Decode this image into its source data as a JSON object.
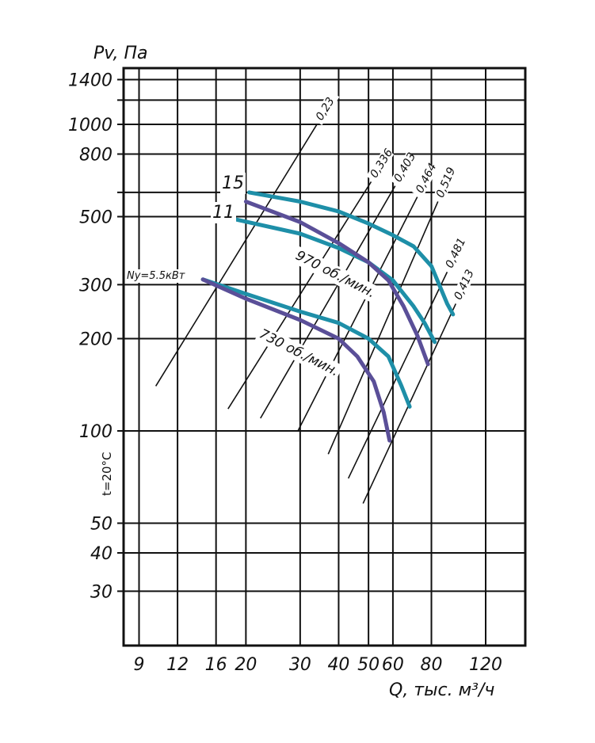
{
  "chart_data": {
    "type": "line",
    "title": "",
    "ylabel": "Pv, Па",
    "xlabel": "Q, тыс. м³/ч",
    "temperature_label": "t=20°C",
    "log_scale": {
      "x": true,
      "y": true
    },
    "xlim": [
      8,
      140
    ],
    "ylim": [
      20,
      1400
    ],
    "x_ticks": [
      9,
      12,
      16,
      20,
      30,
      40,
      50,
      60,
      80,
      120
    ],
    "x_tick_labels": [
      "9",
      "12",
      "16",
      "20",
      "30",
      "40",
      "50",
      "60",
      "80",
      "120"
    ],
    "y_ticks": [
      30,
      40,
      50,
      100,
      200,
      300,
      500,
      800,
      1000,
      1400
    ],
    "y_tick_labels": [
      "30",
      "40",
      "50",
      "100",
      "200",
      "300",
      "500",
      "800",
      "1000",
      "1400"
    ],
    "y_extra_gridlines": [
      1200,
      600
    ],
    "grid": true,
    "colors": {
      "teal": "#1e8fa8",
      "purple": "#5a4f98",
      "frame": "#111111"
    },
    "speed_labels": [
      "970 об./мин.",
      "730 об./мин."
    ],
    "power_labels": [
      "15",
      "11",
      "Ny=5.5кВт"
    ],
    "series": [
      {
        "name": "15",
        "color": "#1e8fa8",
        "x": [
          20.5,
          30,
          40,
          50,
          60,
          70,
          80,
          90,
          94
        ],
        "y": [
          600,
          560,
          520,
          475,
          435,
          400,
          345,
          260,
          240
        ]
      },
      {
        "name": "11",
        "color": "#1e8fa8",
        "x": [
          18.5,
          30,
          40,
          50,
          60,
          70,
          76,
          82
        ],
        "y": [
          490,
          440,
          395,
          355,
          310,
          255,
          225,
          195
        ]
      },
      {
        "name": "970 об./мин.",
        "color": "#5a4f98",
        "x": [
          20,
          30,
          40,
          50,
          58,
          65,
          72,
          78
        ],
        "y": [
          560,
          480,
          410,
          355,
          310,
          255,
          205,
          165
        ]
      },
      {
        "name": "",
        "color": "#1e8fa8",
        "x": [
          14.5,
          20,
          30,
          40,
          50,
          58,
          64,
          68
        ],
        "y": [
          312,
          280,
          245,
          225,
          200,
          175,
          140,
          120
        ]
      },
      {
        "name": "730 об./мин.",
        "color": "#5a4f98",
        "x": [
          14.5,
          20,
          30,
          40,
          46,
          52,
          56,
          58.5
        ],
        "y": [
          312,
          270,
          230,
          200,
          175,
          145,
          115,
          93
        ]
      }
    ],
    "efficiency_lines": [
      {
        "label": "0,23",
        "x": [
          10.2,
          34
        ],
        "y": [
          140,
          1000
        ]
      },
      {
        "label": "0,336",
        "x": [
          17.5,
          51
        ],
        "y": [
          118,
          650
        ]
      },
      {
        "label": "0,403",
        "x": [
          22.3,
          61
        ],
        "y": [
          110,
          630
        ]
      },
      {
        "label": "0,464",
        "x": [
          29.5,
          72
        ],
        "y": [
          100,
          580
        ]
      },
      {
        "label": "0,519",
        "x": [
          37,
          84
        ],
        "y": [
          84,
          560
        ]
      },
      {
        "label": "0,481",
        "x": [
          43,
          90
        ],
        "y": [
          70,
          330
        ]
      },
      {
        "label": "0,413",
        "x": [
          48,
          96
        ],
        "y": [
          58,
          260
        ]
      }
    ]
  }
}
